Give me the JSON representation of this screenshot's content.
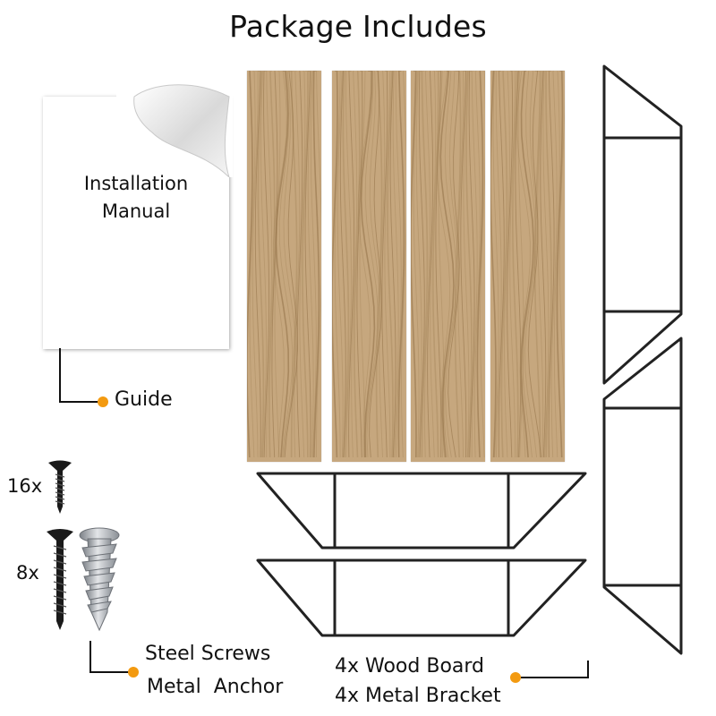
{
  "title": "Package Includes",
  "manual": {
    "text_line1": "Installation",
    "text_line2": "Manual"
  },
  "labels": {
    "guide": "Guide",
    "screws_count_small": "16x",
    "screws_count_large": "8x",
    "steel_screws": "Steel Screws",
    "metal_anchor": "Metal  Anchor",
    "wood_board": "4x Wood Board",
    "metal_bracket": "4x Metal Bracket"
  },
  "colors": {
    "accent_dot": "#f39a10",
    "wood": "#c6a77e",
    "wood_grain": "#8f6f45",
    "bracket": "#222222"
  },
  "icons": [
    "page-curl-icon",
    "screw-icon",
    "wall-anchor-icon",
    "metal-bracket-icon",
    "wood-board-icon"
  ]
}
